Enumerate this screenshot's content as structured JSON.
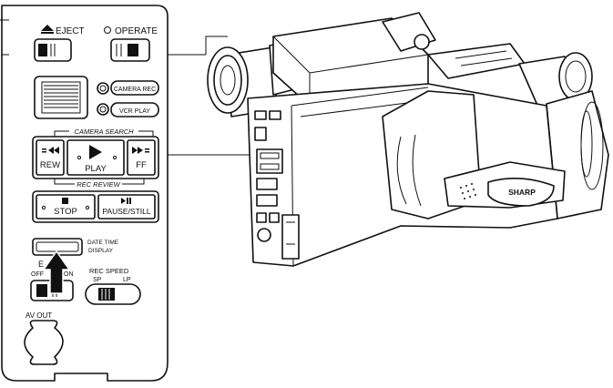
{
  "panel": {
    "eject_label": "EJECT",
    "operate_label": "OPERATE",
    "camera_rec_label": "CAMERA REC",
    "vcr_play_label": "VCR PLAY",
    "camera_search_label": "CAMERA SEARCH",
    "rew_label": "REW",
    "play_label": "PLAY",
    "ff_label": "FF",
    "rec_review_label": "REC REVIEW",
    "stop_label": "STOP",
    "pause_still_label": "PAUSE/STILL",
    "date_time_label_line1": "DATE TIME",
    "date_time_label_line2": "DISPLAY",
    "e_label": "E",
    "off_label": "OFF",
    "on_label": "ON",
    "rec_speed_label": "REC SPEED",
    "sp_label": "SP",
    "lp_label": "LP",
    "av_out_label": "AV OUT"
  },
  "camcorder": {
    "brand_label": "SHARP"
  },
  "icons": [
    "eject-icon",
    "rewind-icon",
    "play-icon",
    "fast-forward-icon",
    "stop-icon",
    "pause-icon",
    "pointer-arrow-icon"
  ]
}
